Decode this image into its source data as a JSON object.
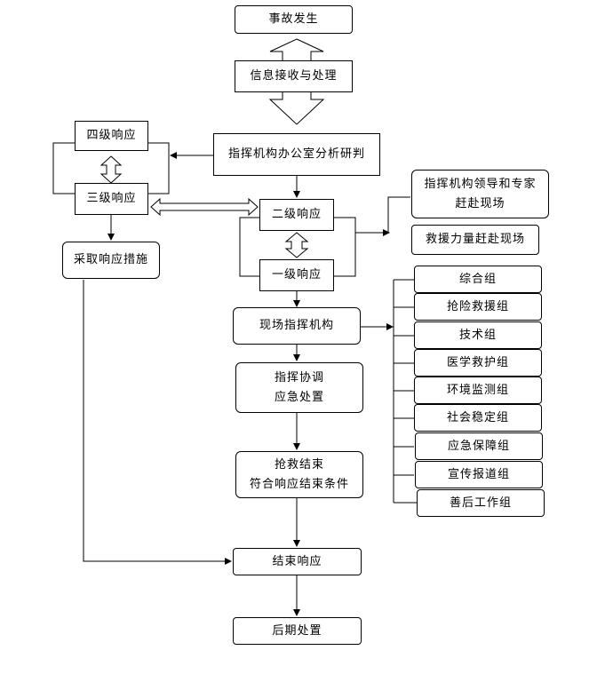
{
  "nodes": {
    "accident": "事故发生",
    "info": "信息接收与处理",
    "analysis": "指挥机构办公室分析研判",
    "level4": "四级响应",
    "level3": "三级响应",
    "level2": "二级响应",
    "level1": "一级响应",
    "measures": "采取响应措施",
    "leaders_line1": "指挥机构领导和专家",
    "leaders_line2": "赶赴现场",
    "rescue_force": "救援力量赶赴现场",
    "field_command": "现场指挥机构",
    "coord_line1": "指挥协调",
    "coord_line2": "应急处置",
    "end_rescue_line1": "抢救结束",
    "end_rescue_line2": "符合响应结束条件",
    "end_response": "结束响应",
    "aftermath": "后期处置"
  },
  "groups": [
    "综合组",
    "抢险救援组",
    "技术组",
    "医学救护组",
    "环境监测组",
    "社会稳定组",
    "应急保障组",
    "宣传报道组",
    "善后工作组"
  ]
}
